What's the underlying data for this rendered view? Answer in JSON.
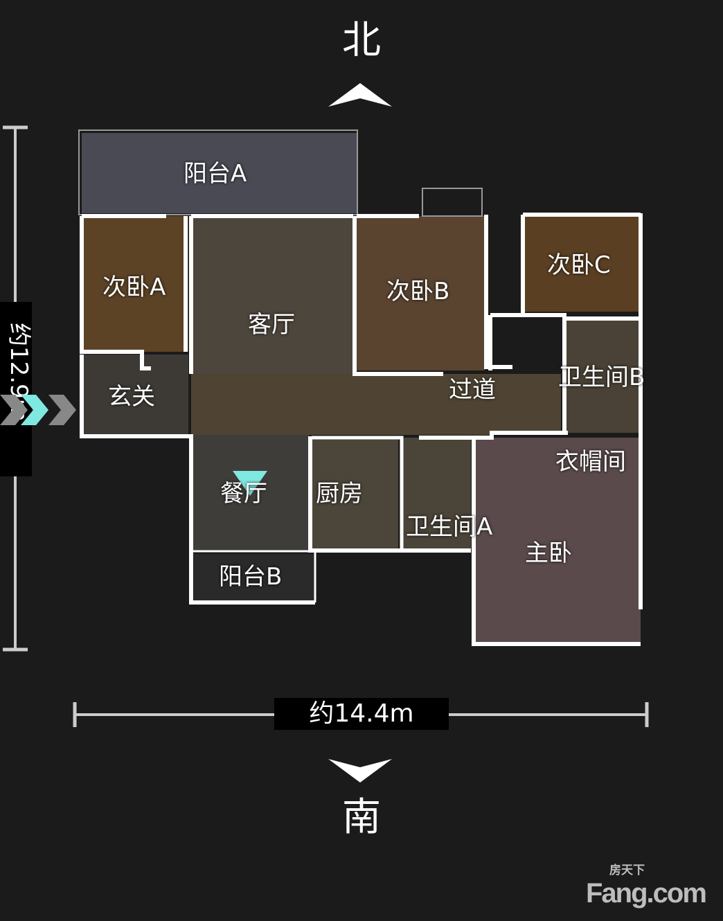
{
  "compass": {
    "north": "北",
    "south": "南"
  },
  "dimensions": {
    "height": "约12.9m",
    "width": "约14.4m"
  },
  "rooms": {
    "balcony_a": "阳台A",
    "bedroom_a": "次卧A",
    "living_room": "客厅",
    "bedroom_b": "次卧B",
    "bedroom_c": "次卧C",
    "entrance": "玄关",
    "corridor": "过道",
    "bathroom_b": "卫生间B",
    "cloakroom": "衣帽间",
    "dining_room": "餐厅",
    "kitchen": "厨房",
    "bathroom_a": "卫生间A",
    "master_bedroom": "主卧",
    "balcony_b": "阳台B"
  },
  "logo": {
    "cn": "房天下",
    "en": "Fang.com"
  },
  "colors": {
    "accent": "#7fe8e0",
    "background": "#1b1b1b"
  }
}
